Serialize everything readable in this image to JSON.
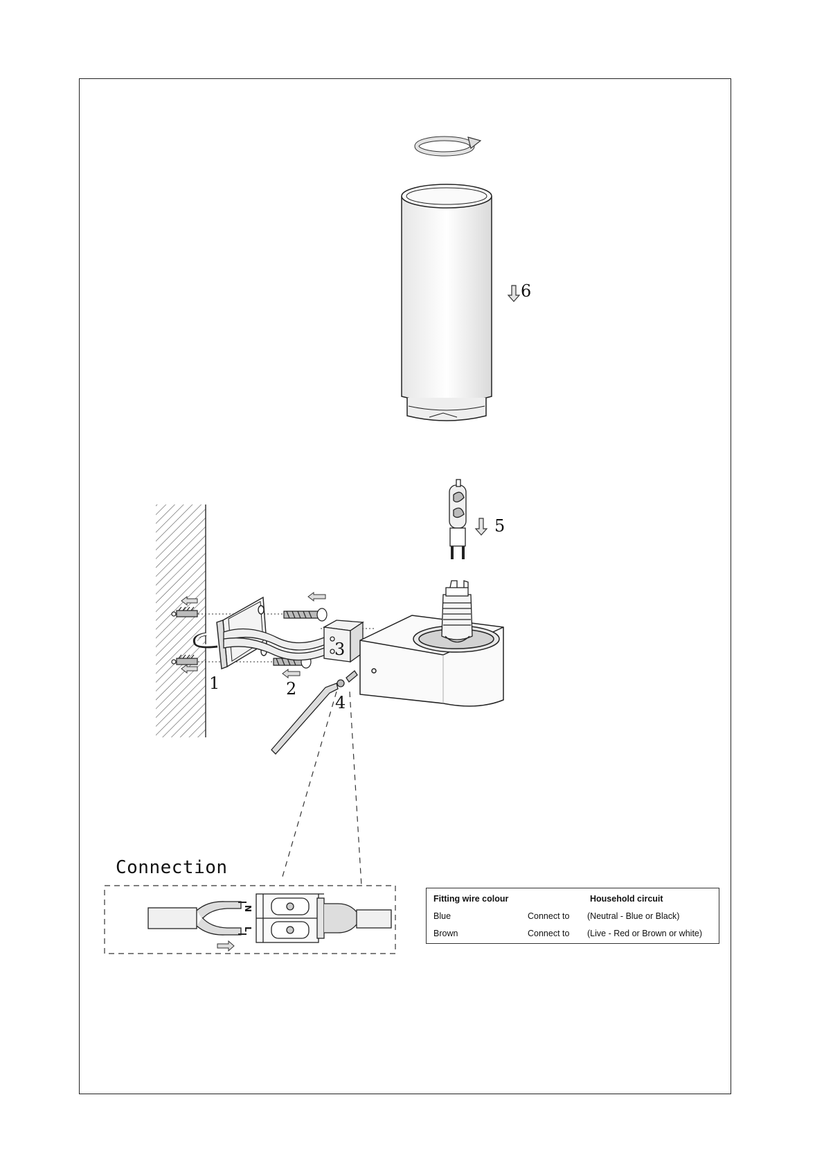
{
  "steps": {
    "s1": "1",
    "s2": "2",
    "s3": "3",
    "s4": "4",
    "s5": "5",
    "s6": "6"
  },
  "connection": {
    "title": "Connection",
    "terminal_n": "N",
    "terminal_l": "L"
  },
  "wire_table": {
    "headers": [
      "Fitting wire colour",
      "Household circuit"
    ],
    "rows": [
      {
        "colour": "Blue",
        "action": "Connect to",
        "circuit": "(Neutral - Blue or Black)"
      },
      {
        "colour": "Brown",
        "action": "Connect to",
        "circuit": "(Live - Red or Brown or white)"
      }
    ]
  }
}
